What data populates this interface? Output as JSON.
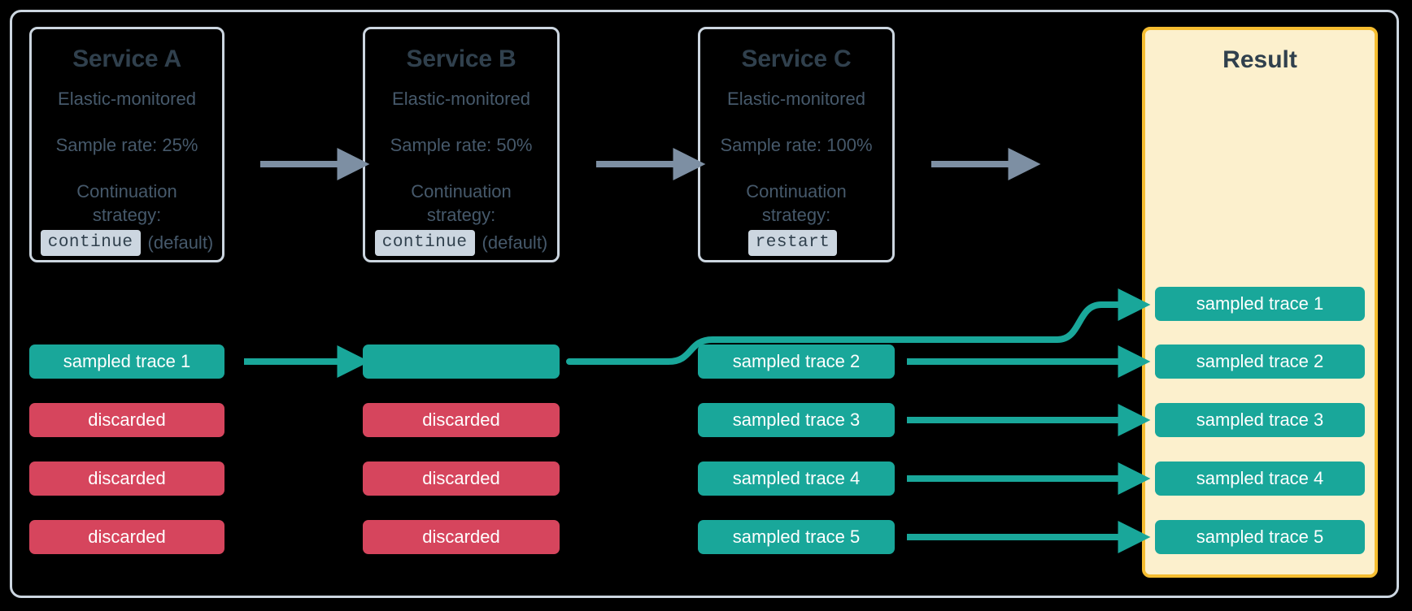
{
  "diagram": {
    "title": "Elastic APM distributed tracing sampling continuation",
    "colors": {
      "background": "#000000",
      "frame_border": "#ccd6e0",
      "service_border": "#ccd6e0",
      "service_title": "#30404d",
      "service_text": "#46596b",
      "code_chip_bg": "#ccd6e0",
      "result_border": "#f5bd30",
      "result_fill": "#fcf0cd",
      "sampled": "#19a79a",
      "discarded": "#d6455d",
      "gray_arrow": "#7d8fa3"
    }
  },
  "services": [
    {
      "name": "Service A",
      "subtitle": "Elastic-monitored",
      "sample_rate": "Sample rate: 25%",
      "strategy_label_line1": "Continuation",
      "strategy_label_line2": "strategy:",
      "strategy_value": "continue",
      "strategy_note": "(default)"
    },
    {
      "name": "Service B",
      "subtitle": "Elastic-monitored",
      "sample_rate": "Sample rate: 50%",
      "strategy_label_line1": "Continuation",
      "strategy_label_line2": "strategy:",
      "strategy_value": "continue",
      "strategy_note": "(default)"
    },
    {
      "name": "Service C",
      "subtitle": "Elastic-monitored",
      "sample_rate": "Sample rate: 100%",
      "strategy_label_line1": "Continuation",
      "strategy_label_line2": "strategy:",
      "strategy_value": "restart",
      "strategy_note": ""
    }
  ],
  "result": {
    "title": "Result",
    "traces": [
      {
        "label": "sampled trace 1",
        "state": "sampled"
      },
      {
        "label": "sampled trace 2",
        "state": "sampled"
      },
      {
        "label": "sampled trace 3",
        "state": "sampled"
      },
      {
        "label": "sampled trace 4",
        "state": "sampled"
      },
      {
        "label": "sampled trace 5",
        "state": "sampled"
      }
    ]
  },
  "columns": [
    {
      "service": "Service A",
      "traces": [
        {
          "label": "sampled trace 1",
          "state": "sampled"
        },
        {
          "label": "discarded",
          "state": "discarded"
        },
        {
          "label": "discarded",
          "state": "discarded"
        },
        {
          "label": "discarded",
          "state": "discarded"
        }
      ]
    },
    {
      "service": "Service B",
      "traces": [
        {
          "label": "",
          "state": "sampled"
        },
        {
          "label": "discarded",
          "state": "discarded"
        },
        {
          "label": "discarded",
          "state": "discarded"
        },
        {
          "label": "discarded",
          "state": "discarded"
        }
      ]
    },
    {
      "service": "Service C",
      "traces": [
        {
          "label": "sampled trace 2",
          "state": "sampled"
        },
        {
          "label": "sampled trace 3",
          "state": "sampled"
        },
        {
          "label": "sampled trace 4",
          "state": "sampled"
        },
        {
          "label": "sampled trace 5",
          "state": "sampled"
        }
      ]
    }
  ],
  "connectors": {
    "service_flow": [
      {
        "from": "Service A",
        "to": "Service B",
        "style": "gray-arrow"
      },
      {
        "from": "Service B",
        "to": "Service C",
        "style": "gray-arrow"
      },
      {
        "from": "Service C",
        "to": "Result",
        "style": "gray-arrow"
      }
    ],
    "trace_flow": [
      {
        "from": "A sampled trace 1",
        "to": "B sampled trace",
        "style": "teal-arrow"
      },
      {
        "from": "B sampled trace",
        "to": "Result sampled trace 1",
        "style": "teal-curve"
      },
      {
        "from": "C sampled trace 2",
        "to": "Result sampled trace 2",
        "style": "teal-arrow"
      },
      {
        "from": "C sampled trace 3",
        "to": "Result sampled trace 3",
        "style": "teal-arrow"
      },
      {
        "from": "C sampled trace 4",
        "to": "Result sampled trace 4",
        "style": "teal-arrow"
      },
      {
        "from": "C sampled trace 5",
        "to": "Result sampled trace 5",
        "style": "teal-arrow"
      }
    ]
  }
}
